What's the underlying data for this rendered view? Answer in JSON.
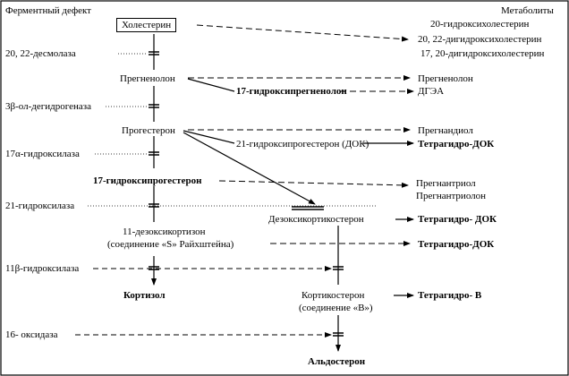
{
  "headers": {
    "enzyme_defect": "Ферментный дефект",
    "metabolites": "Метаболиты"
  },
  "enzymes": [
    "20, 22-десмолаза",
    "3β-ол-дегидрогеназа",
    "17α-гидроксилаза",
    "21-гидроксилаза",
    "11β-гидроксилаза",
    "16- оксидаза"
  ],
  "nodes": {
    "cholesterol": "Холестерин",
    "pregnenolone": "Прегненолон",
    "hydroxypregnenolone": "17-гидроксипрегненолон",
    "progesterone": "Прогестерон",
    "hydroxyprogesterone21": "21-гидроксипрогестерон (ДОК)",
    "hydroxyprogesterone17": "17-гидроксипрогестерон",
    "deoxycortisol_line1": "11-дезоксикортизон",
    "deoxycortisol_line2": "(соединение «S» Райхштейна)",
    "deoxycorticosterone": "Дезоксикортикостерон",
    "cortisol": "Кортизол",
    "corticosterone_line1": "Кортикостерон",
    "corticosterone_line2": "(соединение «В»)",
    "aldosterone": "Альдостерон"
  },
  "metabolites": {
    "chol_1": "20-гидроксихолестерин",
    "chol_2": "20, 22-дигидроксихолестерин",
    "chol_3": "17, 20-дигидроксихолестерин",
    "preg_1": "Прегненолон",
    "preg_2": "ДГЭА",
    "prog_1": "Прегнандиол",
    "prog_2": "Тетрагидро-ДОК",
    "ohp_1": "Прегнантриол",
    "ohp_2": "Прегнантриолон",
    "doc_1": "Тетрагидро- ДОК",
    "s_1": "Тетрагидро-ДОК",
    "b_1": "Тетрагидро- В"
  }
}
